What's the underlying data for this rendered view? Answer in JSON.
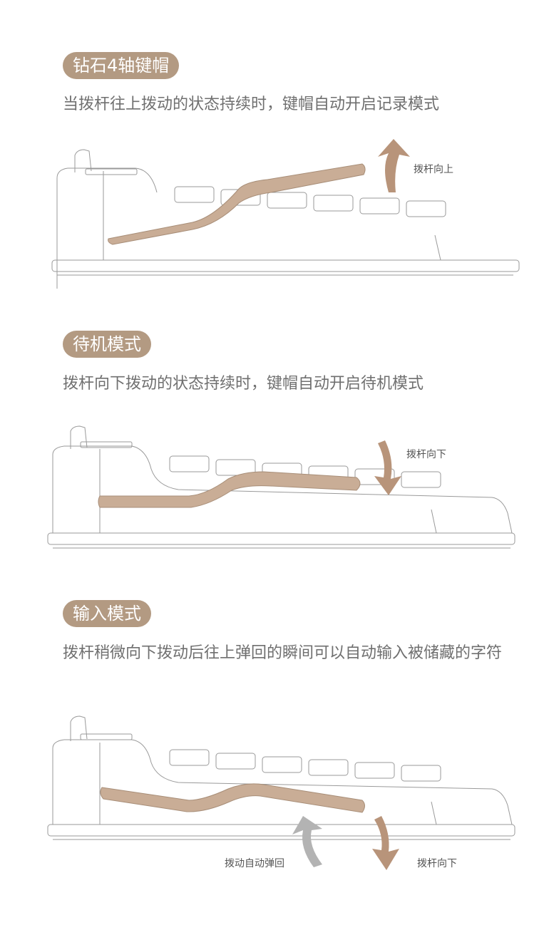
{
  "sections": [
    {
      "title": "钻石4轴键帽",
      "desc": "当拨杆往上拨动的状态持续时，键帽自动开启记录模式",
      "labels": [
        "拨杆向上"
      ]
    },
    {
      "title": "待机模式",
      "desc": "拨杆向下拨动的状态持续时，键帽自动开启待机模式",
      "labels": [
        "拨杆向下"
      ]
    },
    {
      "title": "输入模式",
      "desc": "拨杆稍微向下拨动后往上弹回的瞬间可以自动输入被储藏的字符",
      "labels": [
        "拨动自动弹回",
        "拨杆向下"
      ]
    }
  ],
  "colors": {
    "accent": "#b39a82",
    "lever": "#c9ad96",
    "arrow_brown": "#b8947a",
    "arrow_gray": "#b3b3b3"
  }
}
